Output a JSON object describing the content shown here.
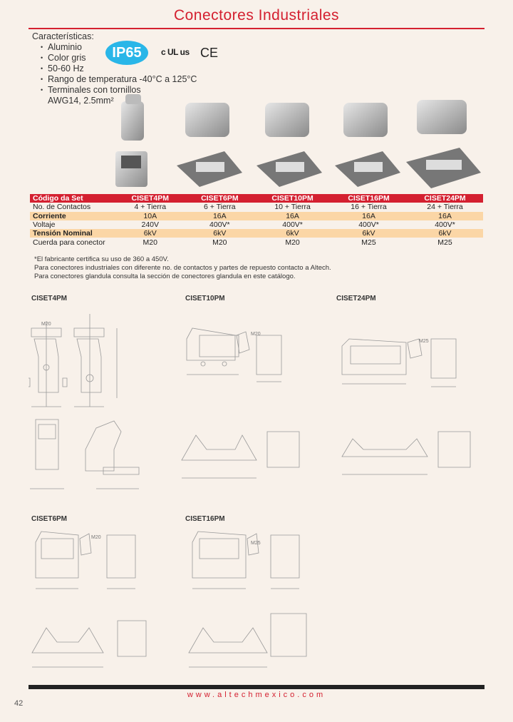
{
  "title": "Conectores Industriales",
  "features": {
    "heading": "Características:",
    "items": [
      "Aluminio",
      "Color gris",
      "50-60 Hz",
      "Rango de temperatura -40°C a 125°C",
      "Terminales con tornillos"
    ],
    "item_cont": "AWG14, 2.5mm²"
  },
  "badges": {
    "ip": "IP65",
    "ul": "c UL us",
    "ce": "CE",
    "ip_color": "#29b6e8"
  },
  "table": {
    "header": [
      "Código da Set",
      "CISET4PM",
      "CISET6PM",
      "CISET10PM",
      "CISET16PM",
      "CISET24PM"
    ],
    "rows": [
      [
        "No. de Contactos",
        "4 + Tierra",
        "6 + Tierra",
        "10 + Tierra",
        "16 + Tierra",
        "24 + Tierra"
      ],
      [
        "Corriente",
        "10A",
        "16A",
        "16A",
        "16A",
        "16A"
      ],
      [
        "Voltaje",
        "240V",
        "400V*",
        "400V*",
        "400V*",
        "400V*"
      ],
      [
        "Tensión Nominal",
        "6kV",
        "6kV",
        "6kV",
        "6kV",
        "6kV"
      ],
      [
        "Cuerda para conector",
        "M20",
        "M20",
        "M20",
        "M25",
        "M25"
      ]
    ]
  },
  "notes": [
    "*El fabricante certifica su uso de 360 a 450V.",
    "Para conectores industriales con diferente no. de contactos y partes de repuesto contacto a Altech.",
    "Para conectores glandula consulta la sección de conectores glandula en este catálogo."
  ],
  "drawings": {
    "ciset4pm": {
      "label": "CISET4PM",
      "thread": "M20"
    },
    "ciset10pm": {
      "label": "CISET10PM",
      "thread": "M20"
    },
    "ciset24pm": {
      "label": "CISET24PM",
      "thread": "M25"
    },
    "ciset6pm": {
      "label": "CISET6PM",
      "thread": "M20"
    },
    "ciset16pm": {
      "label": "CISET16PM",
      "thread": "M25"
    }
  },
  "footer": {
    "url": "www.altechmexico.com",
    "page": "42"
  },
  "colors": {
    "accent": "#d42030",
    "row_alt": "#fbd6a6",
    "background": "#f8f1ea"
  }
}
